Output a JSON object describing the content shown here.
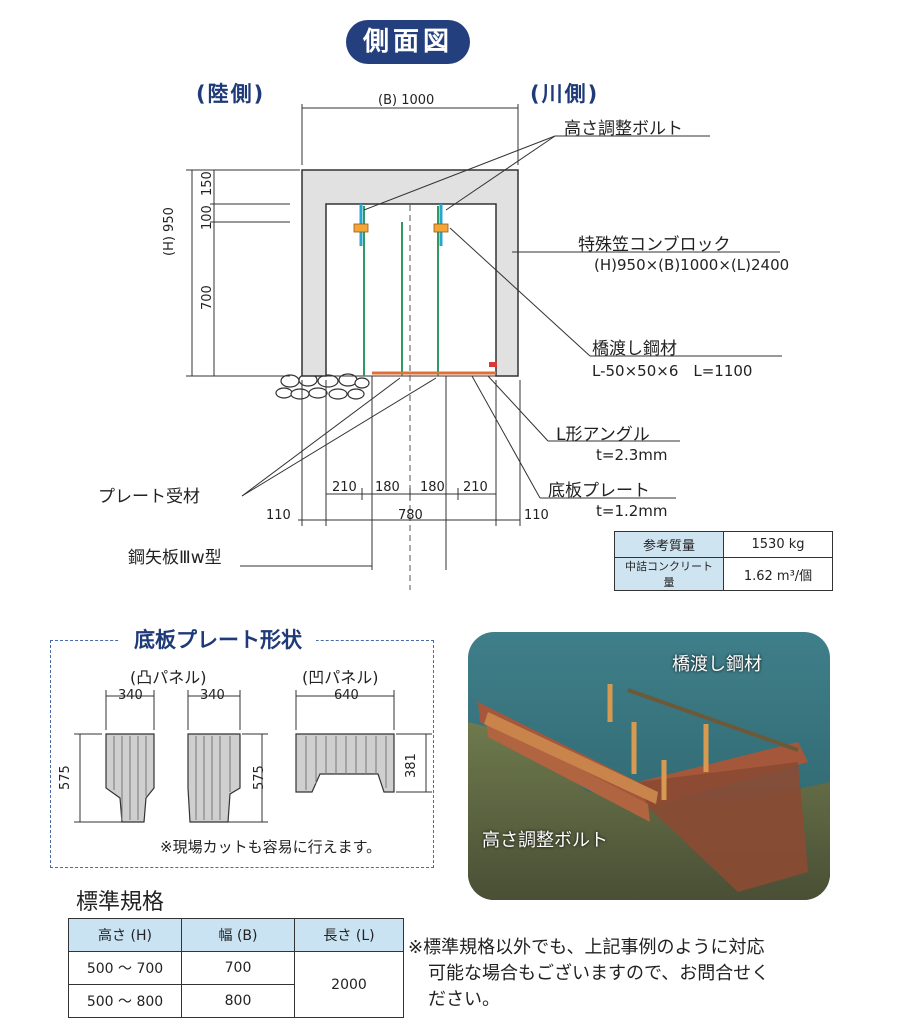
{
  "title": "側面図",
  "sides": {
    "left": "(陸側)",
    "right": "(川側)"
  },
  "main_dims": {
    "width_top": "(B) 1000",
    "height_total": "(H) 950",
    "h150": "150",
    "h100": "100",
    "h700": "700",
    "w210a": "210",
    "w180a": "180",
    "w180b": "180",
    "w210b": "210",
    "w110a": "110",
    "w780": "780",
    "w110b": "110"
  },
  "labels": {
    "bolt": "高さ調整ボルト",
    "block": "特殊笠コンブロック",
    "block_size": "(H)950×(B)1000×(L)2400",
    "bridge": "橋渡し鋼材",
    "bridge_size": "L-50×50×6　L=1100",
    "angle": "L形アングル",
    "angle_t": "t=2.3mm",
    "bottom_plate": "底板プレート",
    "bottom_plate_t": "t=1.2mm",
    "plate_support": "プレート受材",
    "sheet_pile": "鋼矢板Ⅲw型"
  },
  "ref_table": [
    {
      "label": "参考質量",
      "value": "1530 kg"
    },
    {
      "label": "中詰コンクリート量",
      "value": "1.62 m³/個"
    }
  ],
  "panel_section": {
    "title": "底板プレート形状",
    "convex_label": "(凸パネル)",
    "concave_label": "(凹パネル)",
    "dim340a": "340",
    "dim340b": "340",
    "dim640": "640",
    "dim575a": "575",
    "dim575b": "575",
    "dim381": "381",
    "note": "※現場カットも容易に行えます。"
  },
  "photo_labels": {
    "bridge": "橋渡し鋼材",
    "bolt": "高さ調整ボルト"
  },
  "standard": {
    "title": "標準規格",
    "headers": [
      "高さ (H)",
      "幅 (B)",
      "長さ (L)"
    ],
    "rows": [
      [
        "500 ～ 700",
        "700"
      ],
      [
        "500 ～ 800",
        "800"
      ]
    ],
    "length": "2000",
    "note_lines": [
      "※標準規格以外でも、上記事例のように対応",
      "可能な場合もございますので、お問合せく",
      "ださい。"
    ]
  },
  "colors": {
    "accent": "#243f7e",
    "header": "#c9e3f3",
    "concrete": "#e1e1e1",
    "steel_green": "#2f9a62",
    "plate_orange": "#e0703a"
  }
}
